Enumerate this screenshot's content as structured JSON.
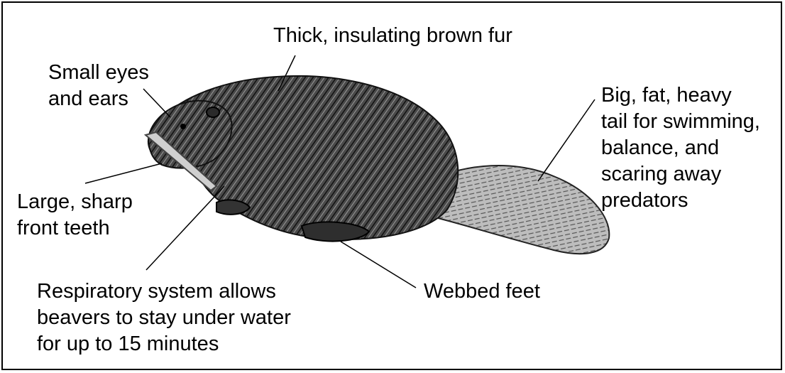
{
  "labels": {
    "fur": "Thick, insulating brown fur",
    "eyes": "Small eyes\nand ears",
    "tail": "Big, fat, heavy\ntail for swimming,\nbalance, and\nscaring away\npredators",
    "teeth": "Large, sharp\nfront teeth",
    "respiratory": "Respiratory system allows\nbeavers to stay under water\nfor up to 15 minutes",
    "feet": "Webbed feet"
  }
}
